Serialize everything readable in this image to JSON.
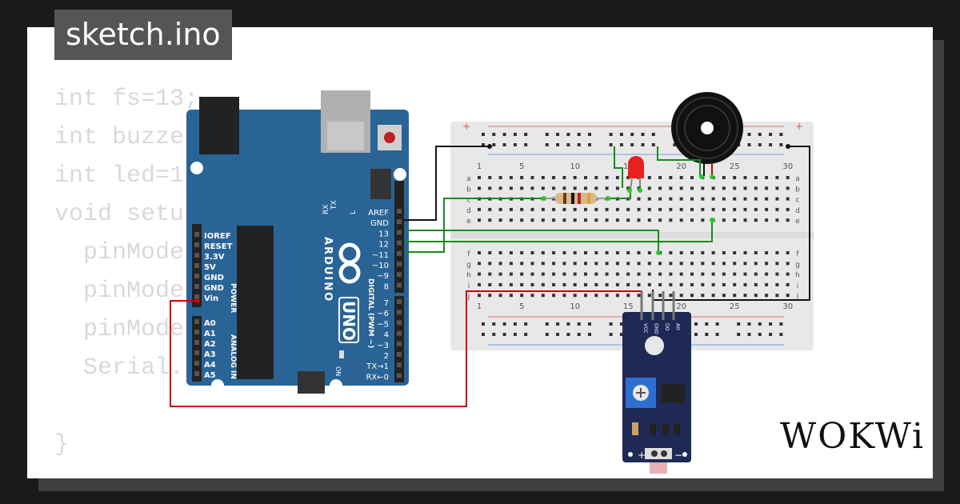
{
  "title": "sketch.ino",
  "brand": "WOKWi",
  "code_lines": [
    "int fs=13;",
    "int buzze",
    "int led=1",
    "void setu",
    "  pinMode",
    "  pinMode                   );",
    "  pinMode",
    "  Serial.",
    "",
    "}"
  ],
  "board": {
    "logo_text": "ARDUINO",
    "model": "UNO",
    "power_header": "POWER",
    "analog_header": "ANALOG IN",
    "digital_header": "DIGITAL (PWM ~)",
    "led_labels": [
      "L",
      "TX",
      "RX"
    ],
    "on_label": "ON",
    "left_pins": [
      "IOREF",
      "RESET",
      "3.3V",
      "5V",
      "GND",
      "GND",
      "Vin"
    ],
    "analog_pins": [
      "A0",
      "A1",
      "A2",
      "A3",
      "A4",
      "A5"
    ],
    "right_pins_top": [
      "AREF",
      "GND",
      "13",
      "12",
      "~11",
      "~10",
      "~9",
      "8"
    ],
    "right_pins_bottom": [
      "7",
      "~6",
      "~5",
      "4",
      "~3",
      "2",
      "TX→1",
      "RX←0"
    ]
  },
  "breadboard": {
    "col_numbers": [
      "1",
      "5",
      "10",
      "15",
      "20",
      "25",
      "30"
    ],
    "rows_top": [
      "a",
      "b",
      "c",
      "d",
      "e"
    ],
    "rows_bottom": [
      "f",
      "g",
      "h",
      "i",
      "j"
    ],
    "rail_plus": "+"
  },
  "sensor": {
    "pins": [
      "VCC",
      "GND",
      "DO",
      "AO"
    ],
    "plus": "+",
    "minus": "−"
  },
  "colors": {
    "board_blue": "#2a6496",
    "wire_green": "#1a8a1a",
    "wire_red": "#d00000",
    "wire_black": "#111111",
    "led_red": "#e82020"
  }
}
